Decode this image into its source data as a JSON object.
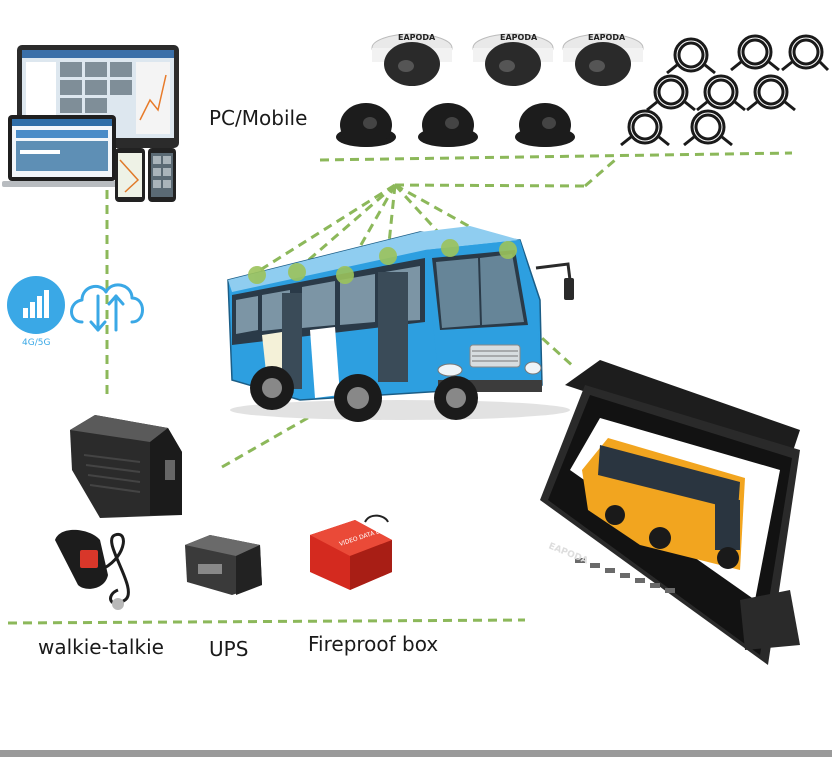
{
  "labels": {
    "pc_mobile": "PC/Mobile",
    "walkie_talkie": "walkie-talkie",
    "ups": "UPS",
    "fireproof_box": "Fireproof box",
    "network": "4G/5G"
  },
  "brand": {
    "camera_logo": "EAPODA",
    "fireproof_box_text": "VIDEO DATA DO NOT OPEN"
  },
  "colors": {
    "connector_line": "#8cb85a",
    "camera_dot": "#9cc35c",
    "bus_body": "#2d9fe0",
    "signal_icon": "#3aa8e6"
  }
}
